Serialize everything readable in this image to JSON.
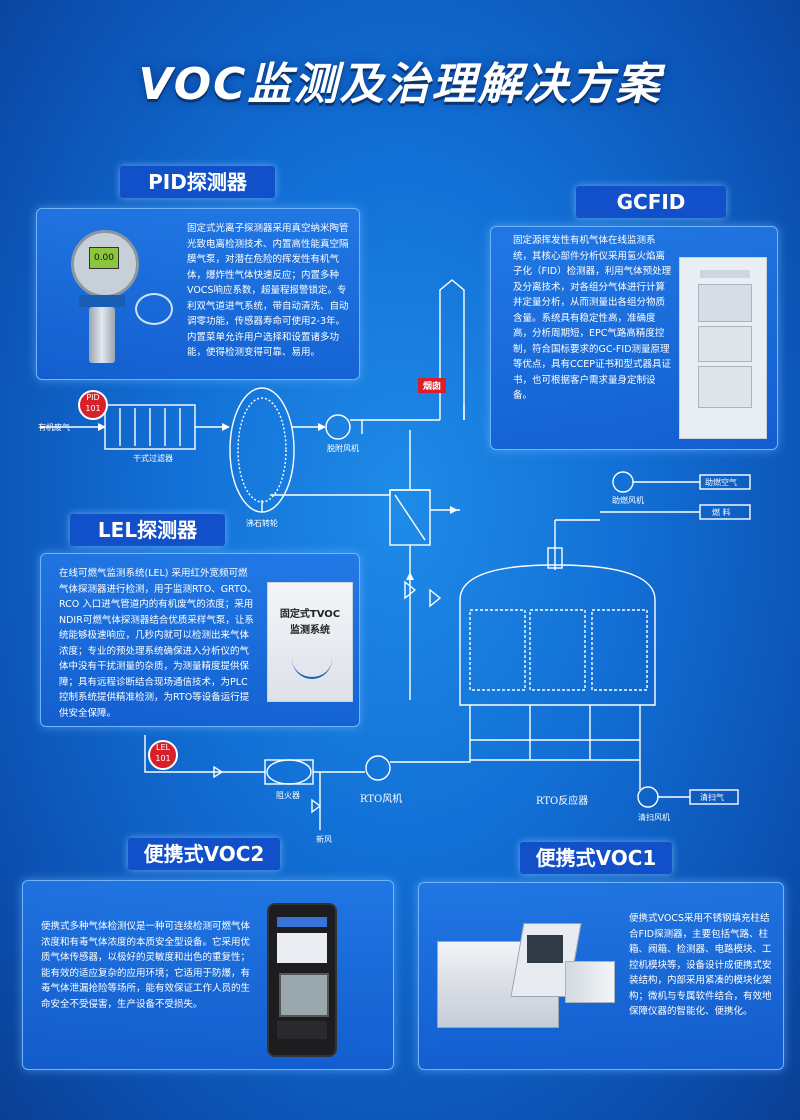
{
  "title": "VOC监测及治理解决方案",
  "pid": {
    "heading": "PID探测器",
    "desc": "固定式光离子探测器采用真空纳米陶管光致电离检测技术、内置高性能真空隔膜气泵，对潜在危险的挥发性有机气体，爆炸性气体快速反应；内置多种VOCS响应系数，超量程报警锁定。专利双气道进气系统，带自动清洗、自动调零功能，传感器寿命可使用2-3年。内置菜单允许用户选择和设置诸多功能，使得检测变得可靠、易用。",
    "display": "0.00"
  },
  "gcfid": {
    "heading": "GCFID",
    "desc": "固定源挥发性有机气体在线监测系统，其核心部件分析仪采用氢火焰离子化（FID）检测器，利用气体预处理及分离技术，对各组分气体进行计算并定量分析，从而测量出各组分物质含量。系统具有稳定性高，准确度高，分析周期短，EPC气路高精度控制，符合国标要求的GC-FID测量原理等优点，具有CCEP证书和型式器具证书，也可根据客户需求量身定制设备。"
  },
  "lel": {
    "heading": "LEL探测器",
    "desc": "在线可燃气监测系统(LEL) 采用红外宽频可燃气体探测器进行检测，用于监测RTO、GRTO、RCO 入口进气管道内的有机废气的浓度；采用NDIR可燃气体探测器结合优质采样气泵，让系统能够极速响应，几秒内就可以检测出来气体浓度；专业的预处理系统确保进入分析仪的气体中没有干扰测量的杂质，为测量精度提供保障；具有远程诊断结合现场通信技术，为PLC控制系统提供精准检测，为RTO等设备运行提供安全保障。",
    "box_line1": "固定式TVOC",
    "box_line2": "监测系统"
  },
  "voc2": {
    "heading": "便携式VOC2",
    "desc": "便携式多种气体检测仪是一种可连续检测可燃气体浓度和有毒气体浓度的本质安全型设备。它采用优质气体传感器，以极好的灵敏度和出色的重复性；能有效的适应复杂的应用环境；它适用于防爆，有毒气体泄漏抢险等场所，能有效保证工作人员的生命安全不受侵害，生产设备不受损失。"
  },
  "voc1": {
    "heading": "便携式VOC1",
    "desc": "便携式VOCS采用不锈钢填充柱结合FID探测器，主要包括气路、柱箱、阀箱、检测器、电路模块、工控机模块等，设备设计成便携式安装结构，内部采用紧凑的模块化架构；微机与专属软件结合，有效地保障仪器的智能化、便携化。"
  },
  "diagram": {
    "inlet_gas": "有机废气",
    "pid_tag_top": "PID",
    "pid_tag_num": "101",
    "dry_filter": "干式过滤器",
    "zeolite": "沸石转轮",
    "desorb_fan": "脱附风机",
    "chimney": "烟囱",
    "combustion_fan": "助燃风机",
    "combustion_air": "助燃空气",
    "gas": "燃  料",
    "lel_tag_top": "LEL",
    "lel_tag_num": "101",
    "flame_arrester": "阻火器",
    "rto_fan": "RTO风机",
    "dilution": "新风",
    "rto_reactor": "RTO反应器",
    "blow_fan": "清扫风机",
    "blow_gas": "清扫气"
  },
  "colors": {
    "tag_bg": "#1150c8",
    "panel_border": "#6fb4ff",
    "line": "#ffffff",
    "pid_red": "#d8202a"
  }
}
